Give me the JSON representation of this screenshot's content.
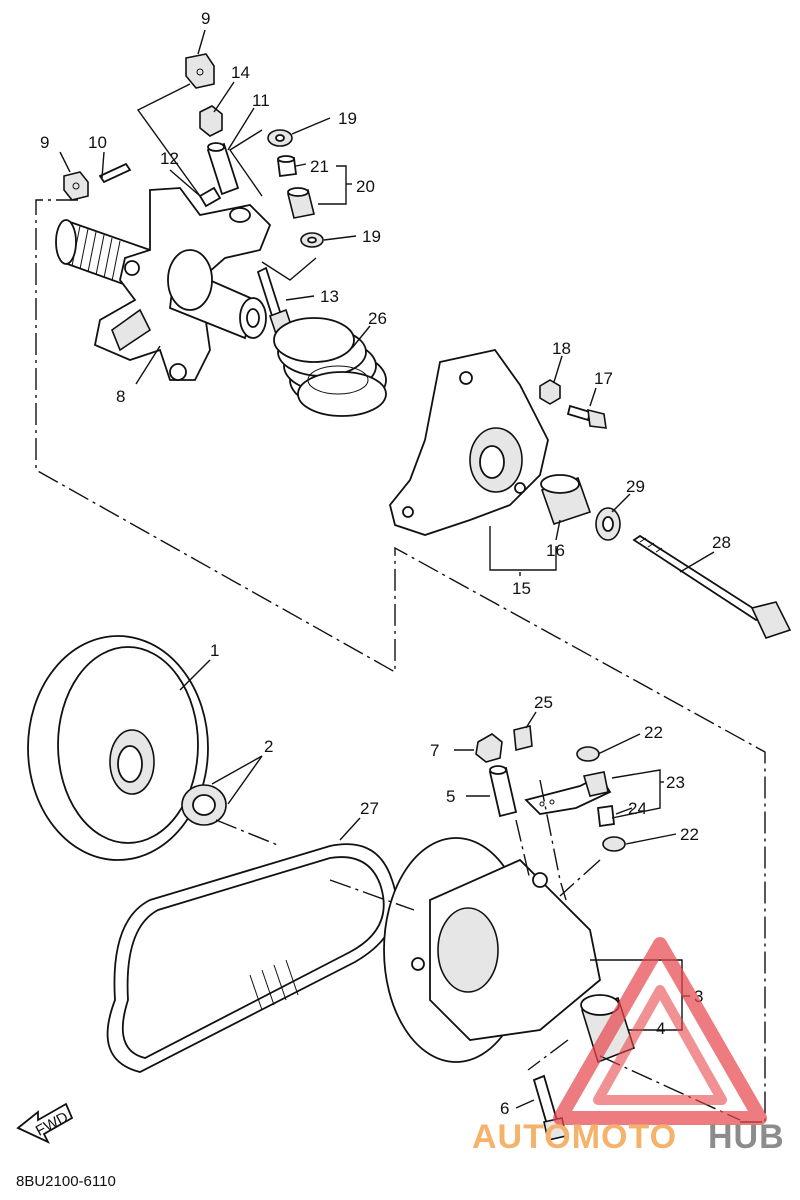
{
  "diagram": {
    "code": "8BU2100-6110",
    "fwd_label": "FWD",
    "watermark": {
      "part1": "AUTOMOTO",
      "part2": "HUB",
      "color1": "#f5b26b",
      "color2": "#8c8c8c",
      "triangle_color": "#e8484d"
    },
    "callouts": {
      "p1": "1",
      "p2": "2",
      "p3": "3",
      "p4": "4",
      "p5": "5",
      "p6": "6",
      "p7": "7",
      "p8": "8",
      "p9a": "9",
      "p9b": "9",
      "p10": "10",
      "p11": "11",
      "p12": "12",
      "p13": "13",
      "p14": "14",
      "p15": "15",
      "p16": "16",
      "p17": "17",
      "p18": "18",
      "p19a": "19",
      "p19b": "19",
      "p20": "20",
      "p21": "21",
      "p22a": "22",
      "p22b": "22",
      "p23": "23",
      "p24": "24",
      "p25": "25",
      "p26": "26",
      "p27": "27",
      "p28": "28",
      "p29": "29"
    }
  }
}
